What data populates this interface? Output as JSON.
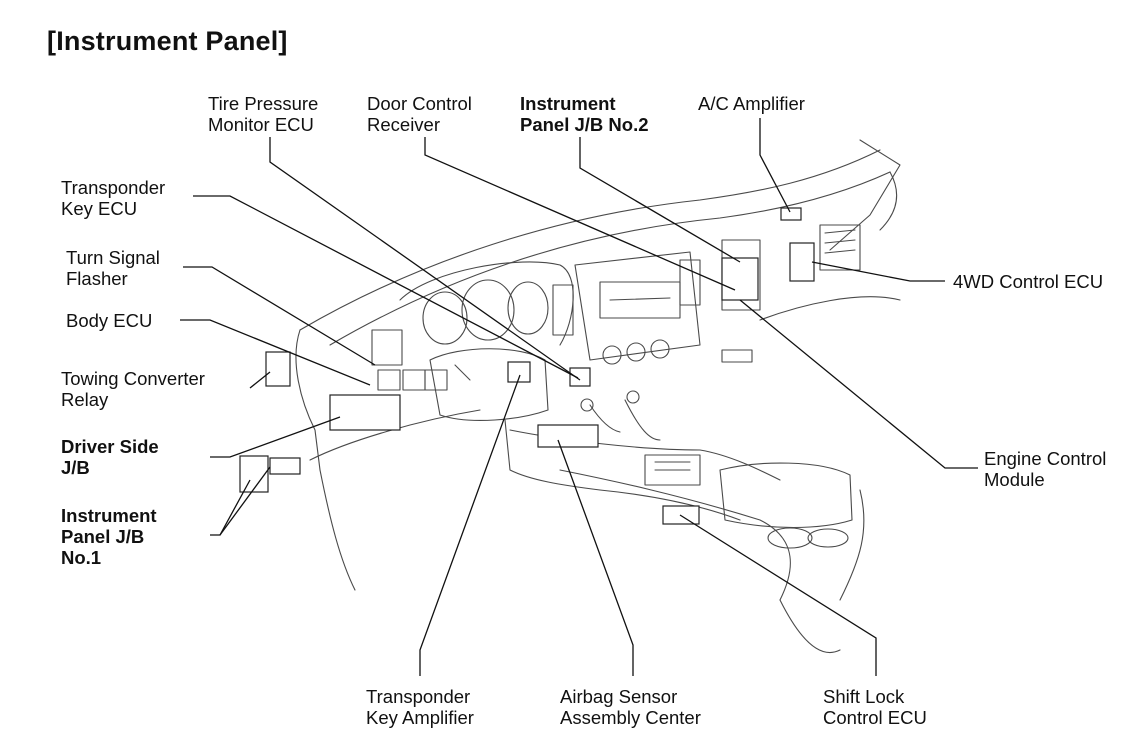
{
  "title": "[Instrument Panel]",
  "labels": {
    "tire_pressure": [
      "Tire Pressure",
      "Monitor ECU"
    ],
    "door_control": [
      "Door Control",
      "Receiver"
    ],
    "ip_jb2": [
      "Instrument",
      "Panel J/B No.2"
    ],
    "ac_amp": [
      "A/C Amplifier"
    ],
    "transponder_ecu": [
      "Transponder",
      "Key ECU"
    ],
    "turn_signal": [
      "Turn Signal",
      "Flasher"
    ],
    "body_ecu": [
      "Body ECU"
    ],
    "towing": [
      "Towing Converter",
      "Relay"
    ],
    "driver_jb": [
      "Driver Side",
      "J/B"
    ],
    "ip_jb1": [
      "Instrument",
      "Panel J/B",
      "No.1"
    ],
    "wd_ecu": [
      "4WD Control ECU"
    ],
    "engine": [
      "Engine Control",
      "Module"
    ],
    "transponder_amp": [
      "Transponder",
      "Key Amplifier"
    ],
    "airbag": [
      "Airbag Sensor",
      "Assembly Center"
    ],
    "shift_lock": [
      "Shift Lock",
      "Control ECU"
    ]
  }
}
